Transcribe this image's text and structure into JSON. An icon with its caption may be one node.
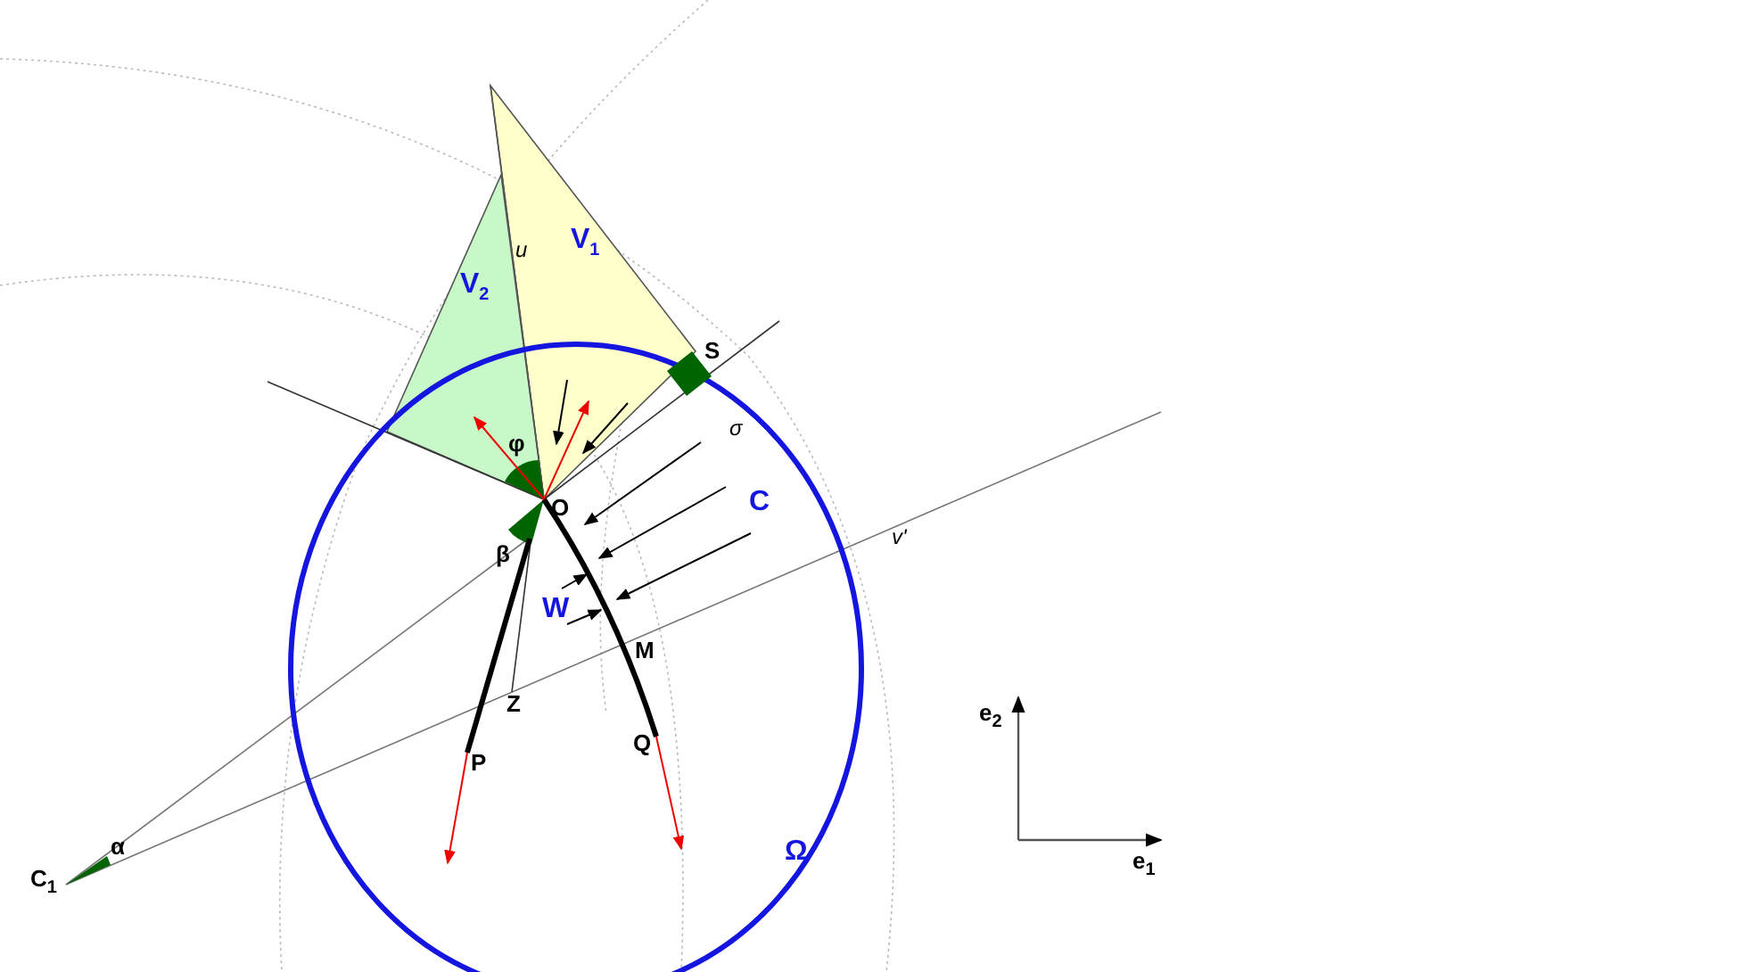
{
  "diagram": {
    "labels": [
      "u",
      "V$_{1}$",
      "V$_{2}$",
      "S",
      "φ",
      "σ",
      "O",
      "C",
      "β",
      "v'",
      "W",
      "M",
      "Z",
      "P",
      "Q",
      "e$_{2}$",
      "α",
      "C$_{1}$",
      "Ω",
      "e$_{1}$"
    ]
  }
}
